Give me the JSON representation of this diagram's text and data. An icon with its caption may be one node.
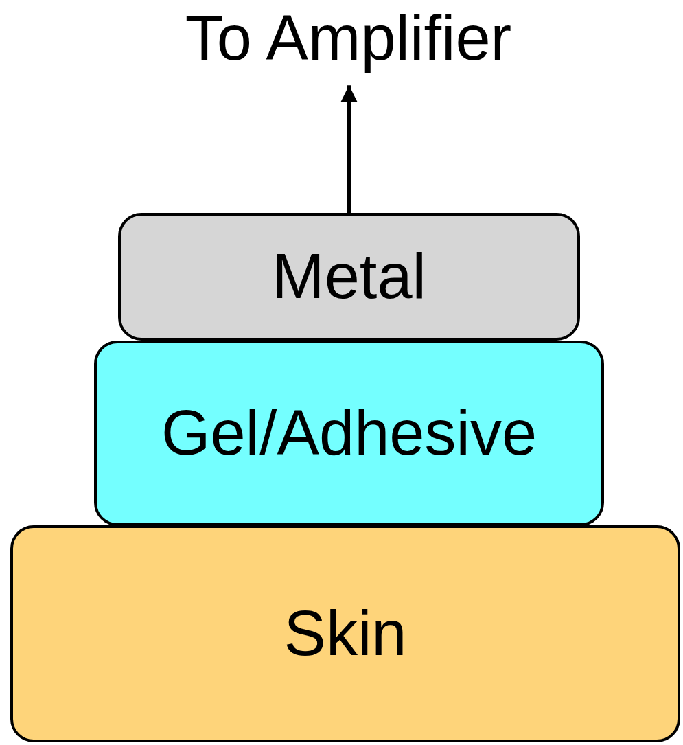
{
  "diagram": {
    "nodes": [
      {
        "text": [
          "To Amplifier"
        ]
      },
      {
        "text": [
          "Metal"
        ]
      },
      {
        "text": [
          "Gel/Adhesive"
        ]
      },
      {
        "text": [
          "Skin"
        ]
      }
    ],
    "edges": [
      {
        "from": 1,
        "to": 0,
        "arrow": "to"
      }
    ]
  }
}
